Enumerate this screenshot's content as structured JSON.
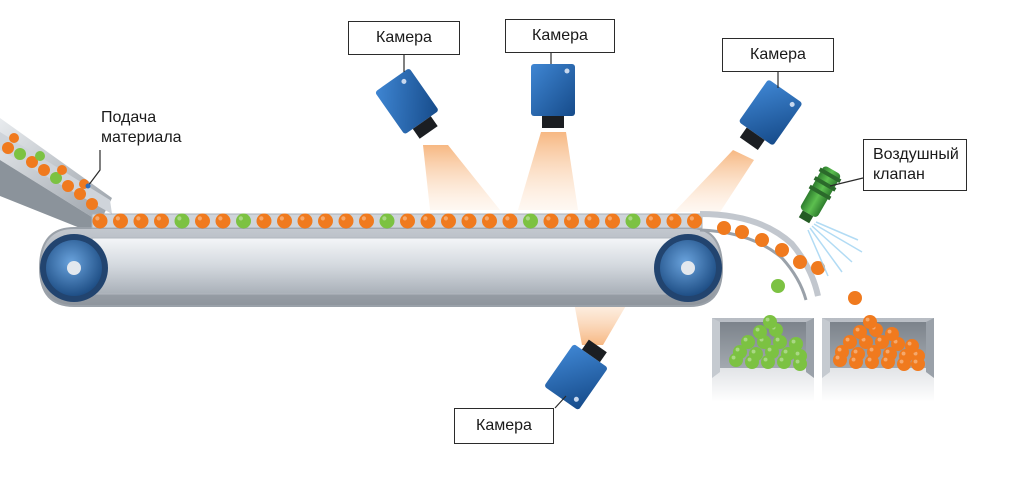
{
  "labels": {
    "feed_line1": "Подача",
    "feed_line2": "материала",
    "camera_1": "Камера",
    "camera_2": "Камера",
    "camera_3": "Камера",
    "camera_bottom": "Камера",
    "air_valve_line1": "Воздушный",
    "air_valve_line2": "клапан"
  },
  "colors": {
    "orange_fruit": "#f07a1e",
    "green_fruit": "#7cc242",
    "camera_body": "#1f5fa8",
    "air_valve": "#3c9a3c",
    "light_beam": "#f8c79a",
    "belt_frame": "#c9ced6",
    "roller": "#3b76b5"
  },
  "icons": {
    "camera": "camera-icon",
    "air_valve": "air-valve-icon",
    "roller": "roller-icon"
  }
}
